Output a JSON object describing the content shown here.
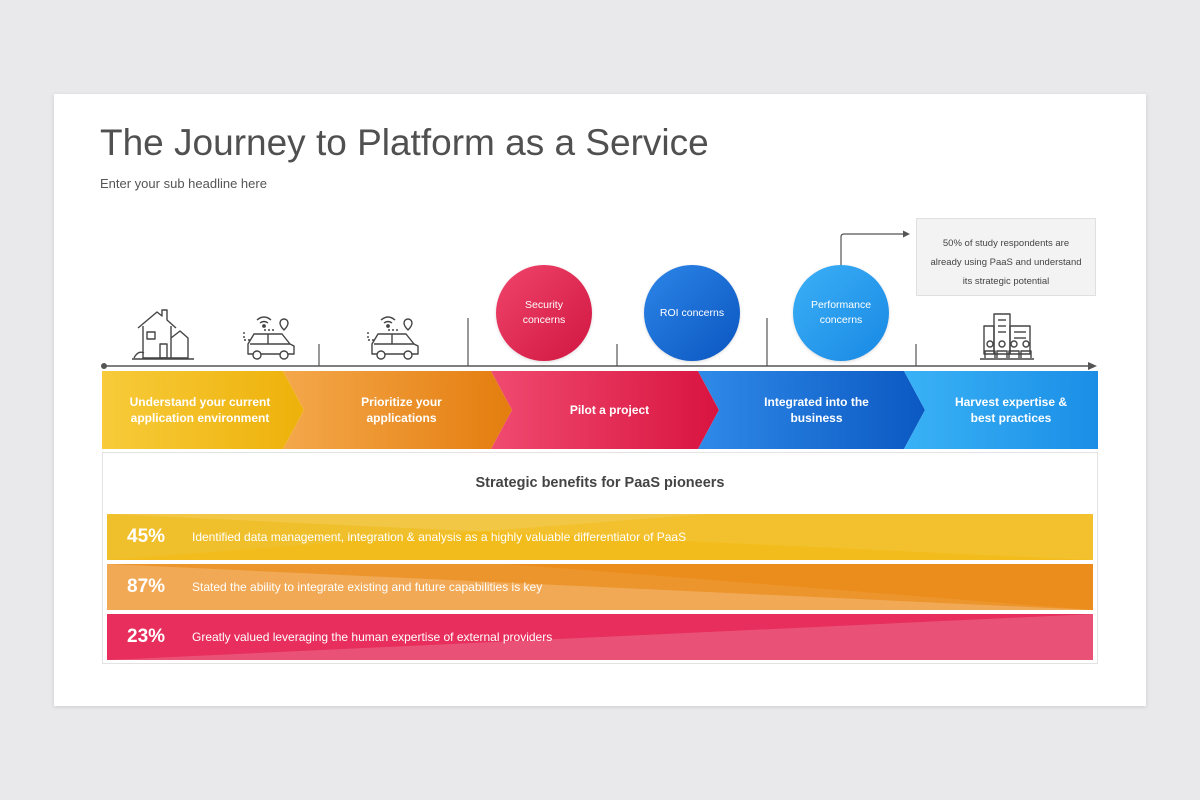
{
  "title": "The Journey to Platform as a Service",
  "subtitle": "Enter your sub headline here",
  "callout": {
    "lines": [
      "50% of study respondents are",
      "already using PaaS and understand",
      "its strategic potential"
    ]
  },
  "concerns": [
    {
      "lines": [
        "Security",
        "concerns"
      ],
      "color": "#e0234f"
    },
    {
      "lines": [
        "ROI concerns"
      ],
      "color": "#1a6fd6"
    },
    {
      "lines": [
        "Performance",
        "concerns"
      ],
      "color": "#2a9cee"
    }
  ],
  "steps": [
    {
      "lines": [
        "Understand your current",
        "application environment"
      ],
      "color_from": "#f7cb3a",
      "color_to": "#eeb10a"
    },
    {
      "lines": [
        "Prioritize your",
        "applications"
      ],
      "color_from": "#f4a84b",
      "color_to": "#e47d0e"
    },
    {
      "lines": [
        "Pilot a project"
      ],
      "color_from": "#f04a70",
      "color_to": "#d8143f"
    },
    {
      "lines": [
        "Integrated into the",
        "business"
      ],
      "color_from": "#2f8ae8",
      "color_to": "#0b58c2"
    },
    {
      "lines": [
        "Harvest expertise &",
        "best practices"
      ],
      "color_from": "#3ab2f6",
      "color_to": "#1a8ee6"
    }
  ],
  "icons": [
    "house-icon",
    "connected-car-icon",
    "connected-car-icon",
    "office-building-icon"
  ],
  "benefits": {
    "title": "Strategic benefits for PaaS pioneers",
    "items": [
      {
        "percent": "45%",
        "text": "Identified data management, integration & analysis as a highly valuable differentiator of PaaS",
        "color": "#f0c02c"
      },
      {
        "percent": "87%",
        "text": "Stated the ability to integrate existing and future capabilities is key",
        "color": "#eb8d1c"
      },
      {
        "percent": "23%",
        "text": "Greatly valued leveraging the human expertise of external providers",
        "color": "#e83a64"
      }
    ]
  }
}
